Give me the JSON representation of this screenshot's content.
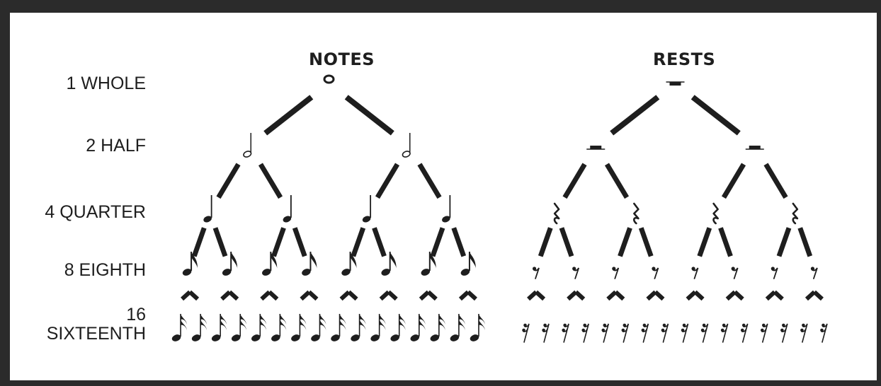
{
  "titles": {
    "notes": "NOTES",
    "rests": "RESTS"
  },
  "rows": [
    {
      "label": "1 WHOLE",
      "count": 1
    },
    {
      "label": "2 HALF",
      "count": 2
    },
    {
      "label": "4 QUARTER",
      "count": 4
    },
    {
      "label": "8 EIGHTH",
      "count": 8
    },
    {
      "label_line1": "16",
      "label_line2": "SIXTEENTH",
      "count": 16
    }
  ],
  "colors": {
    "ink": "#1e1e1e",
    "background": "#ffffff",
    "border": "#2b2b2b"
  }
}
